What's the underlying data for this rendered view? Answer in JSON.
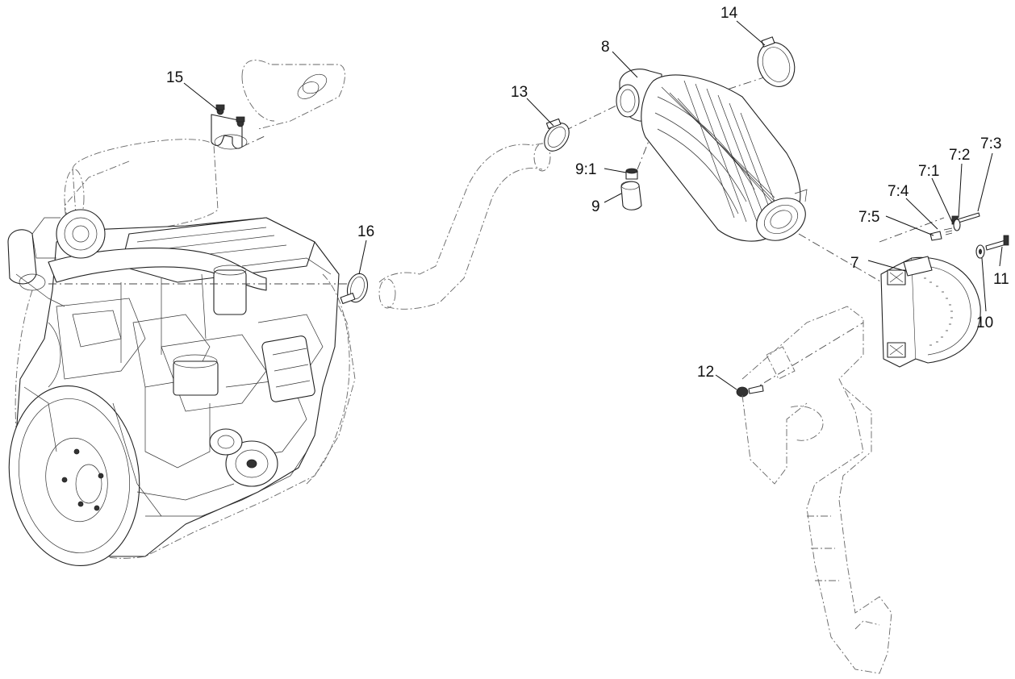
{
  "callouts": {
    "c15": "15",
    "c16": "16",
    "c13": "13",
    "c8": "8",
    "c14": "14",
    "c9_1": "9:1",
    "c9": "9",
    "c7_3": "7:3",
    "c7_2": "7:2",
    "c7_1": "7:1",
    "c7_4": "7:4",
    "c7_5": "7:5",
    "c7": "7",
    "c11": "11",
    "c10": "10",
    "c12": "12"
  }
}
